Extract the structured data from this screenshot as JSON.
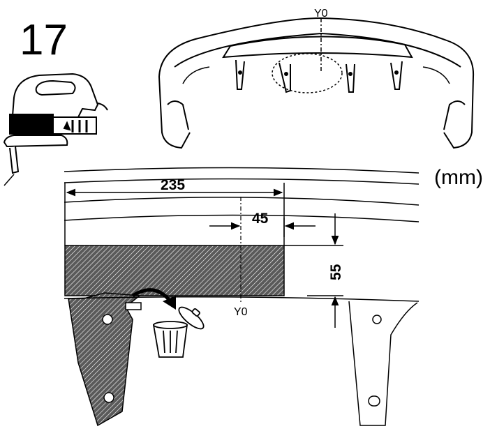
{
  "step_number": "17",
  "unit_label": "(mm)",
  "axis_label_top": "Y0",
  "axis_label_bottom": "Y0",
  "dimensions": {
    "width_total": "235",
    "width_offset": "45",
    "height": "55"
  },
  "icons": [
    "jigsaw-icon",
    "trash-bin-icon",
    "discard-arrow-icon"
  ],
  "colors": {
    "ink": "#000000",
    "paper": "#ffffff"
  }
}
